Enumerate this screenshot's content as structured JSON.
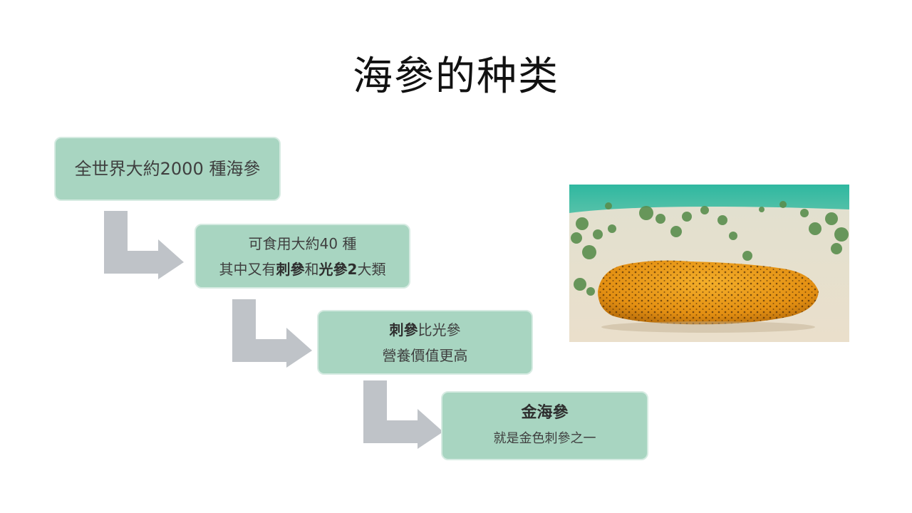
{
  "slide": {
    "title": "海參的种类"
  },
  "steps": [
    {
      "line1": "全世界大約2000 種海參"
    },
    {
      "line1": "可食用大約40 種",
      "line2_pre": "其中又有",
      "line2_b1": "刺參",
      "line2_mid": "和",
      "line2_b2": "光參2",
      "line2_post": "大類"
    },
    {
      "line1_b": "刺參",
      "line1_post": "比光參",
      "line2": "營養價值更高"
    },
    {
      "line1_b": "金海參",
      "line2": "就是金色刺參之一"
    }
  ],
  "image": {
    "subject": "golden sea cucumber on sandy seabed"
  },
  "colors": {
    "box_fill": "#a8d5c1",
    "arrow": "#bfc3c8"
  }
}
